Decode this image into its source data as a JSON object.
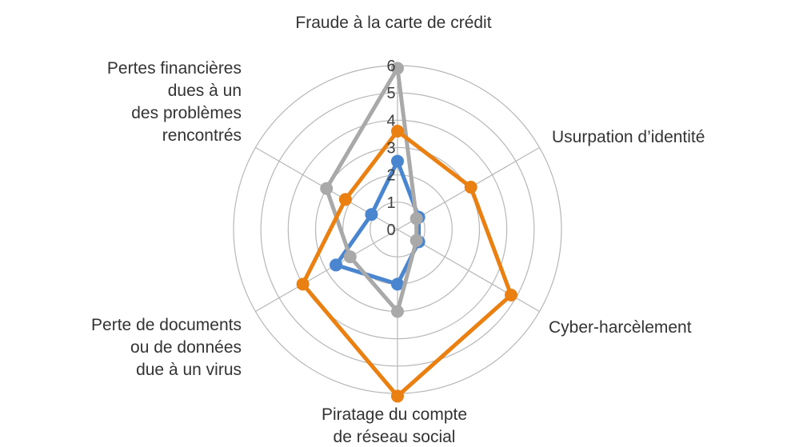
{
  "chart_data": {
    "type": "radar",
    "categories": [
      "Fraude à la carte de crédit",
      "Usurpation d’identité",
      "Cyber-harcèlement",
      "Piratage du compte de réseau social",
      "Perte de documents ou de données due à un virus",
      "Pertes financières dues à un des problèmes rencontrés"
    ],
    "category_lines": [
      [
        "Fraude à la carte de crédit"
      ],
      [
        "Usurpation d’identité"
      ],
      [
        "Cyber-harcèlement"
      ],
      [
        "Piratage du compte",
        "de réseau social"
      ],
      [
        "Perte de documents",
        "ou de données",
        "due à un virus"
      ],
      [
        "Pertes financières",
        "dues à un",
        "des problèmes",
        "rencontrés"
      ]
    ],
    "ticks": [
      "0",
      "1",
      "2",
      "3",
      "4",
      "5",
      "6"
    ],
    "rlim": [
      0,
      6
    ],
    "series": [
      {
        "color": "#4a86d0",
        "values": [
          2.5,
          0.9,
          0.9,
          2.0,
          2.6,
          1.1
        ]
      },
      {
        "color": "#a9a9a9",
        "values": [
          5.9,
          0.8,
          0.8,
          3.0,
          2.0,
          3.0
        ]
      },
      {
        "color": "#ea7f12",
        "values": [
          3.6,
          3.1,
          4.8,
          6.1,
          4.0,
          2.2
        ]
      }
    ]
  }
}
